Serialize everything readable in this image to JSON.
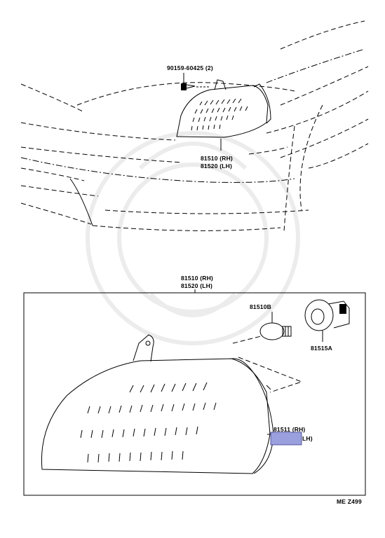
{
  "labels": {
    "screw": "90159-60425 (2)",
    "lamp_top_rh": "81510 (RH)",
    "lamp_top_lh": "81520 (LH)",
    "lamp_box_rh": "81510 (RH)",
    "lamp_box_lh": "81520 (LH)",
    "bulb": "81510B",
    "socket": "81515A",
    "lens_rh": "81511 (RH)",
    "lens_lh": "LH)",
    "diagram_code": "ME Z499"
  },
  "colors": {
    "line": "#000000",
    "highlight": "#9aa0dd",
    "watermark": "#ececec"
  }
}
